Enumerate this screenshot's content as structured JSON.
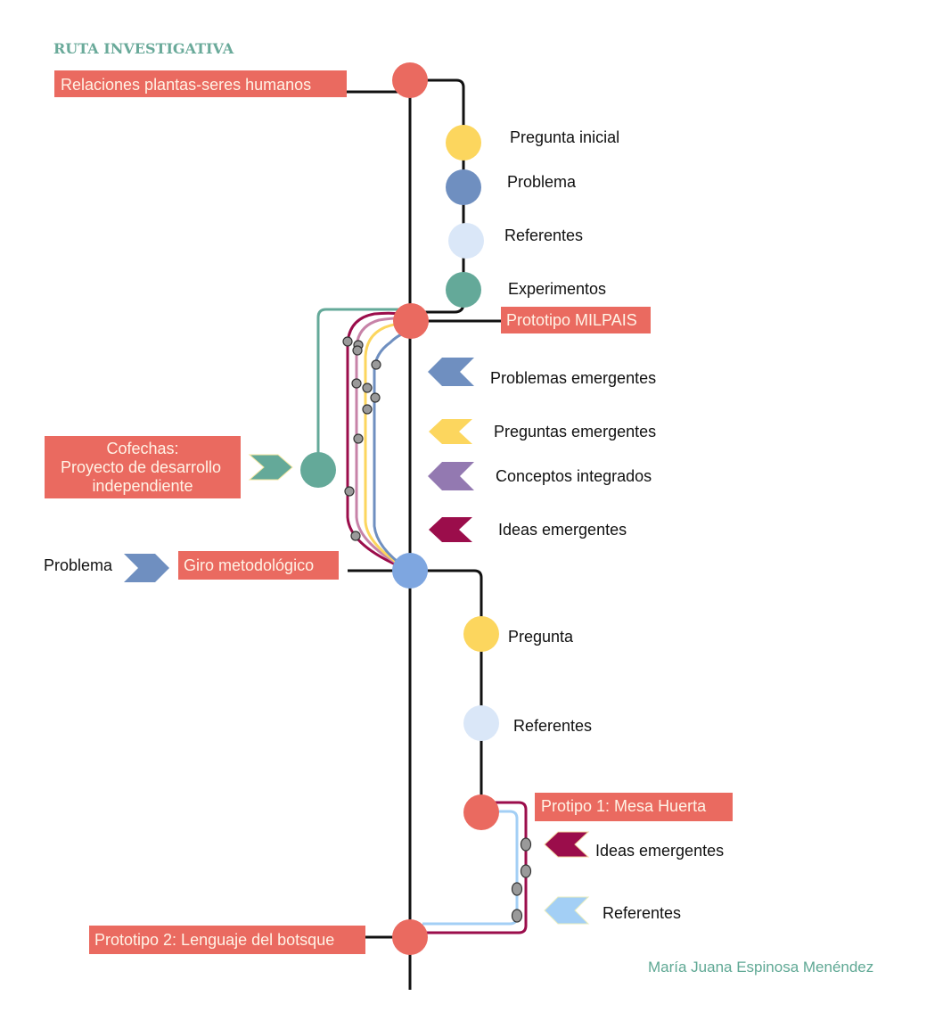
{
  "title": "RUTA INVESTIGATIVA",
  "author": "María Juana Espinosa Menéndez",
  "colors": {
    "salmon": "#ea6a60",
    "yellow": "#fcd65e",
    "blue": "#6f8fc0",
    "lightblue": "#dae7f8",
    "teal": "#64a999",
    "crimson": "#9b0d4b",
    "purple": "#9379b1",
    "mauve": "#c783a8",
    "skyblue": "#a3cff5",
    "midblue": "#7ea6e0",
    "line": "#111111"
  },
  "boxes": {
    "relaciones": "Relaciones plantas-seres humanos",
    "milpais": "Prototipo MILPAIS",
    "cofechas": [
      "Cofechas:",
      "Proyecto de desarrollo",
      "independiente"
    ],
    "giro": "Giro metodológico",
    "mesa": "Protipo 1: Mesa  Huerta",
    "lenguaje": "Prototipo 2: Lenguaje del botsque"
  },
  "labels": {
    "pregunta_inicial": "Pregunta inicial",
    "problema_1": "Problema",
    "referentes_1": "Referentes",
    "experimentos": "Experimentos",
    "problemas_emergentes": "Problemas emergentes",
    "preguntas_emergentes": "Preguntas emergentes",
    "conceptos_integrados": "Conceptos integrados",
    "ideas_emergentes_1": "Ideas emergentes",
    "problema_left": "Problema",
    "pregunta_2": "Pregunta",
    "referentes_2": "Referentes",
    "ideas_emergentes_2": "Ideas emergentes",
    "referentes_3": "Referentes"
  }
}
